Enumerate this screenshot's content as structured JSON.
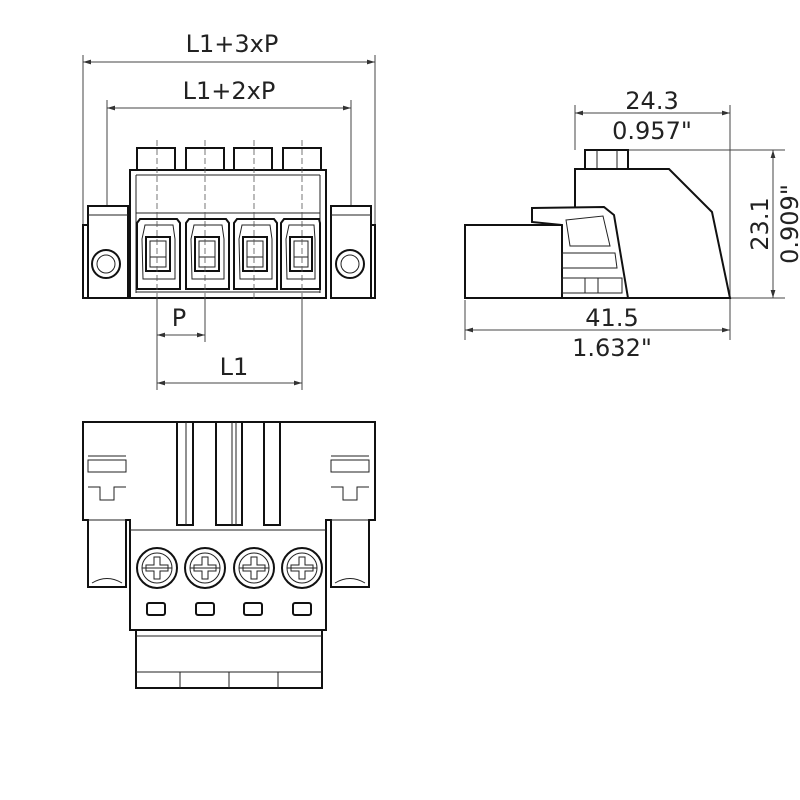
{
  "front_view": {
    "dim_overall": "L1+3xP",
    "dim_inner": "L1+2xP",
    "dim_pitch": "P",
    "dim_l1": "L1",
    "poles": 4
  },
  "side_view": {
    "depth_mm": "24.3",
    "depth_in": "0.957\"",
    "height_mm": "23.1",
    "height_in": "0.909\"",
    "length_mm": "41.5",
    "length_in": "1.632\""
  },
  "colors": {
    "line": "#111111",
    "background": "#ffffff"
  }
}
